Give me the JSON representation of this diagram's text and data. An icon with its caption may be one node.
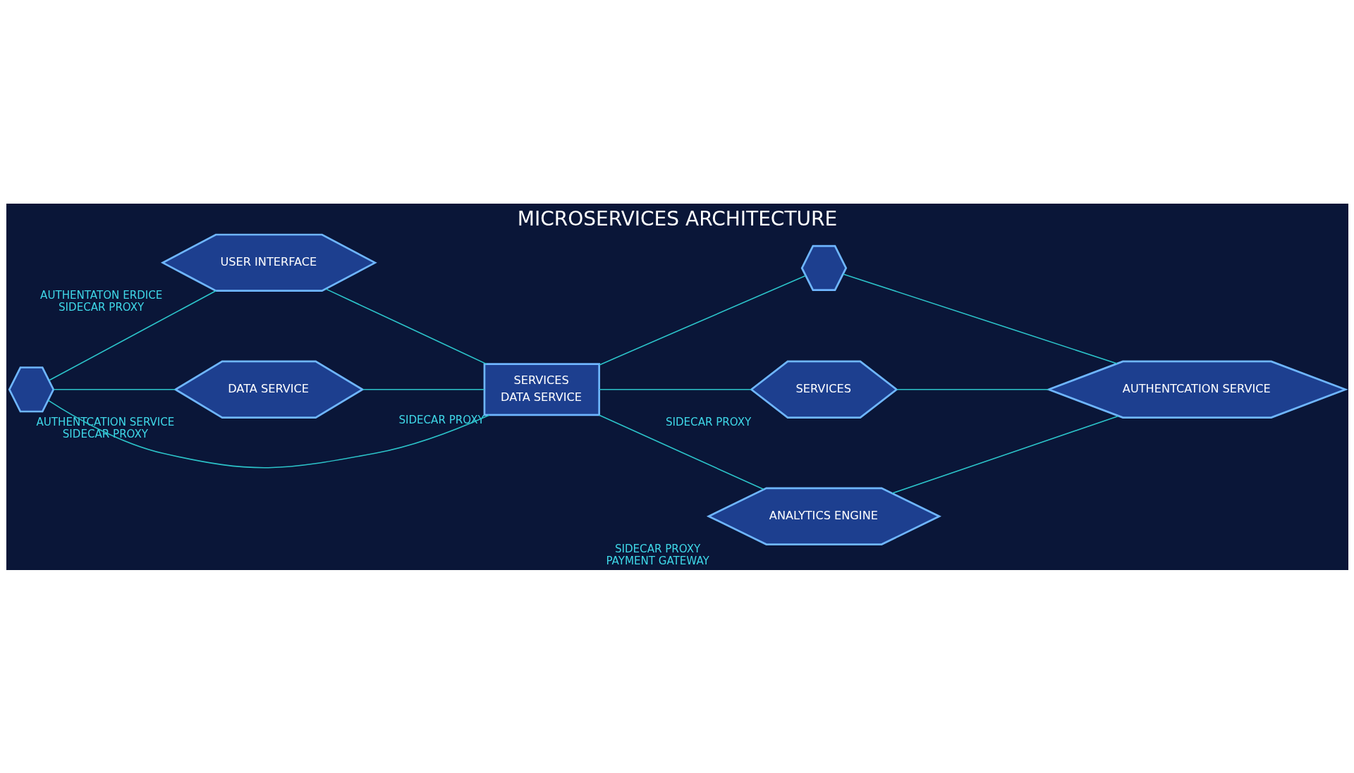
{
  "diagram": {
    "title": "MICROSERVICES ARCHITECTURE",
    "nodes": [
      {
        "text": [
          "USER INTERFACE"
        ],
        "beside": [
          "AUTHENTATON ERDICE",
          "SIDECAR PROXY"
        ]
      },
      {
        "text": [],
        "shape": "hexagon"
      },
      {
        "text": [
          "DATA SERVICE"
        ],
        "beside": [
          "AUTHENTCATION SERVICE",
          "SIDECAR PROXY"
        ]
      },
      {
        "text": [
          "SERVICES",
          "DATA SERVICE"
        ],
        "beside": [
          "SIDECAR PROXY"
        ]
      },
      {
        "text": [],
        "shape": "hexagon"
      },
      {
        "text": [
          "SERVICES"
        ],
        "beside": [
          "SIDECAR PROXY"
        ]
      },
      {
        "text": [
          "AUTHENTCATION SERVICE"
        ]
      },
      {
        "text": [
          "ANALYTICS ENGINE"
        ],
        "beside": [
          "SIDECAR PROXY",
          "PAYMENT GATEWAY"
        ]
      }
    ],
    "edges": [
      {
        "from": 1,
        "to": 0,
        "arrow": "none"
      },
      {
        "from": 1,
        "to": 2,
        "arrow": "none"
      },
      {
        "from": 1,
        "to": 3,
        "arrow": "none"
      },
      {
        "from": 0,
        "to": 3,
        "arrow": "none"
      },
      {
        "from": 2,
        "to": 3,
        "arrow": "none"
      },
      {
        "from": 3,
        "to": 5,
        "arrow": "none"
      },
      {
        "from": 3,
        "to": 4,
        "arrow": "none"
      },
      {
        "from": 3,
        "to": 7,
        "arrow": "none"
      },
      {
        "from": 4,
        "to": 6,
        "arrow": "none"
      },
      {
        "from": 5,
        "to": 6,
        "arrow": "none"
      },
      {
        "from": 7,
        "to": 6,
        "arrow": "none"
      }
    ]
  }
}
